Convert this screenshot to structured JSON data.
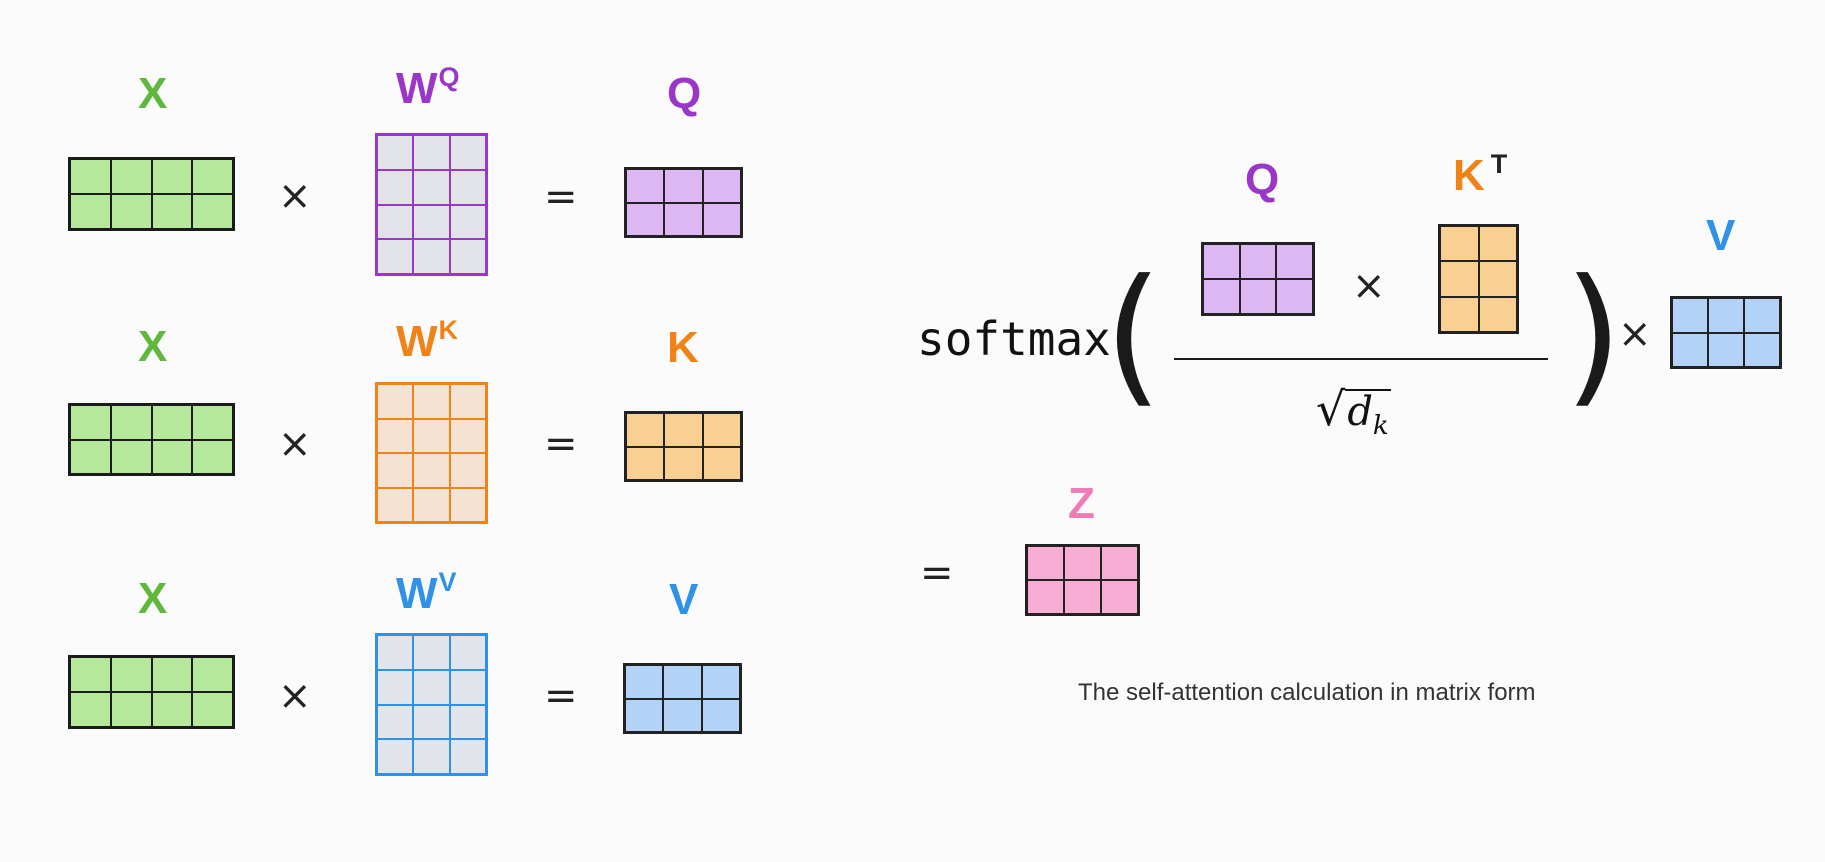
{
  "colors": {
    "x": "#5fb83b",
    "q": "#9a36c8",
    "k": "#ef8318",
    "v": "#2f92e6",
    "z": "#f17bb6",
    "text": "#222222"
  },
  "left": {
    "rows": [
      {
        "input": "X",
        "weight": "W",
        "weight_sup": "Q",
        "output": "Q",
        "times": "×",
        "equals": "="
      },
      {
        "input": "X",
        "weight": "W",
        "weight_sup": "K",
        "output": "K",
        "times": "×",
        "equals": "="
      },
      {
        "input": "X",
        "weight": "W",
        "weight_sup": "V",
        "output": "V",
        "times": "×",
        "equals": "="
      }
    ]
  },
  "right": {
    "softmax": "softmax",
    "open_paren": "(",
    "close_paren": ")",
    "q_label": "Q",
    "k_label": "K",
    "k_sup": "T",
    "inner_times": "×",
    "outer_times": "×",
    "v_label": "V",
    "sqrt_symbol": "√",
    "sqrt_var": "d",
    "sqrt_sub": "k",
    "equals": "=",
    "z_label": "Z",
    "caption": "The self-attention calculation in matrix form"
  }
}
